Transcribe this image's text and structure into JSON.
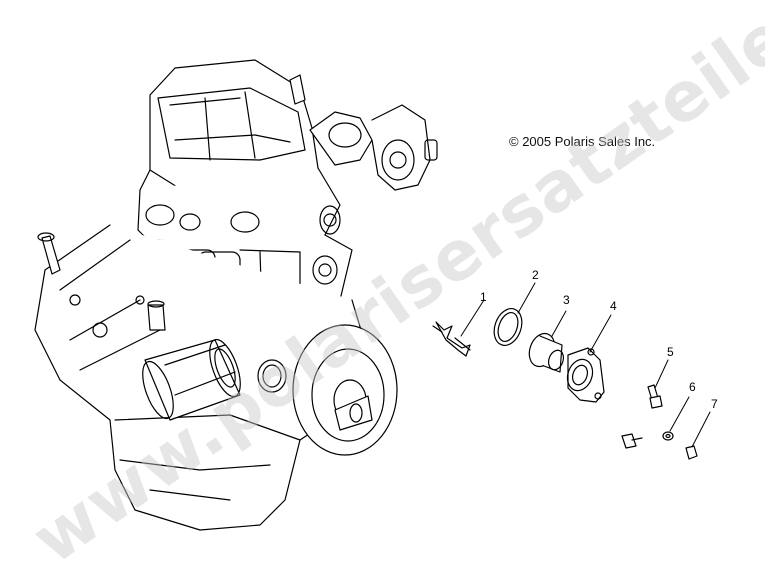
{
  "copyright": "© 2005 Polaris Sales Inc.",
  "watermark": "www.polarisersatzteile.de",
  "callouts": [
    {
      "number": "1",
      "part": "sensor"
    },
    {
      "number": "2",
      "part": "o-ring"
    },
    {
      "number": "3",
      "part": "thermostat"
    },
    {
      "number": "4",
      "part": "thermostat-housing"
    },
    {
      "number": "5",
      "part": "bolt"
    },
    {
      "number": "6",
      "part": "washer"
    },
    {
      "number": "7",
      "part": "bolt"
    }
  ],
  "colors": {
    "line": "#000000",
    "watermark": "#c8c8c8",
    "background": "#ffffff"
  }
}
